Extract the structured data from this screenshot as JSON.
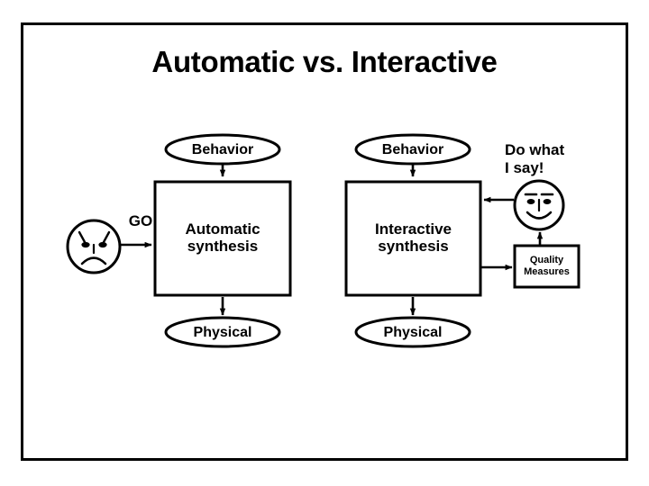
{
  "slide": {
    "title": "Automatic vs. Interactive",
    "background_color": "#ffffff",
    "line_color": "#000000"
  },
  "left_diagram": {
    "name": "automatic-synthesis-flow",
    "input_ellipse": "Behavior",
    "process_box": "Automatic\nsynthesis",
    "output_ellipse": "Physical",
    "actor_label": "GO",
    "actor_face": "sad-face"
  },
  "right_diagram": {
    "name": "interactive-synthesis-flow",
    "input_ellipse": "Behavior",
    "process_box": "Interactive\nsynthesis",
    "output_ellipse": "Physical",
    "feedback_box": "Quality\nMeasures",
    "actor_quote": "Do what\nI say!",
    "actor_face": "happy-face"
  }
}
